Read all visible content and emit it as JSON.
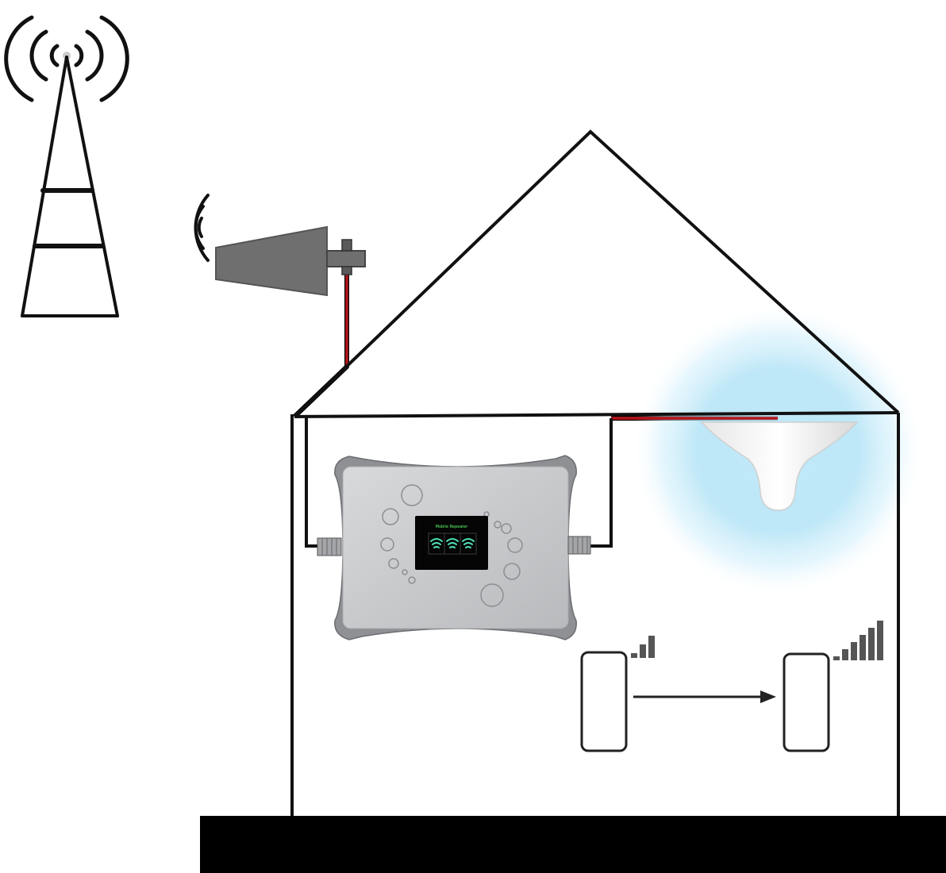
{
  "diagram": {
    "type": "mobile-signal-booster-installation",
    "colors": {
      "line": "#111111",
      "cable_red": "#b3151b",
      "ground": "#000000",
      "antenna_gray": "#6f6f6f",
      "booster_body": "#c9cacc",
      "booster_frame": "#8e9094",
      "screen_bg": "#050505",
      "screen_icon": "#4fe0b8",
      "coverage_glow": "#a8dff5",
      "phone_outline": "#222222",
      "signal_bar": "#555555"
    },
    "booster_screen": {
      "title": "Mobile Repeater",
      "subtitle": "",
      "icons": [
        "wifi-signal-icon",
        "wifi-signal-icon",
        "wifi-signal-icon"
      ]
    },
    "phone_before": {
      "signal_bars": 3
    },
    "phone_after": {
      "signal_bars": 6
    }
  }
}
